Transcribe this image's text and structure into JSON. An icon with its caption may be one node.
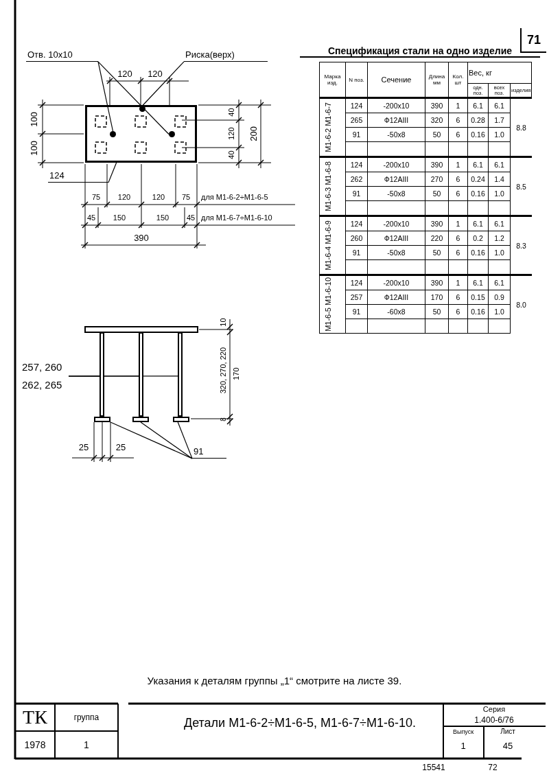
{
  "diagram": {
    "nodes": [
      {
        "text": [
          "Отв. 10х10"
        ]
      },
      {
        "text": [
          "Риска(верх)"
        ]
      },
      {
        "text": [],
        "shape": "box"
      },
      {
        "text": [],
        "shape": "circle",
        "in": 2
      },
      {
        "text": [],
        "shape": "circle",
        "in": 2
      },
      {
        "text": [],
        "shape": "circle",
        "in": 2
      },
      {
        "text": [
          "124"
        ]
      },
      {
        "text": [
          "257, 260 262, 265"
        ]
      },
      {
        "text": [],
        "shape": "bar"
      },
      {
        "text": [],
        "shape": "bar"
      },
      {
        "text": [],
        "shape": "bar"
      },
      {
        "text": [
          "91"
        ]
      },
      {
        "text": [],
        "shape": "bar"
      },
      {
        "text": [],
        "shape": "bar"
      },
      {
        "text": [],
        "shape": "bar"
      }
    ],
    "edges": [
      {
        "from": 0,
        "to": 4,
        "arrow": "none"
      },
      {
        "from": 0,
        "to": 5,
        "arrow": "none"
      },
      {
        "from": 1,
        "to": 3,
        "arrow": "none"
      },
      {
        "from": 6,
        "to": 2,
        "arrow": "none"
      },
      {
        "from": 7,
        "to": 8,
        "arrow": "none"
      },
      {
        "from": 7,
        "to": 9,
        "arrow": "none"
      },
      {
        "from": 7,
        "to": 10,
        "arrow": "none"
      },
      {
        "from": 11,
        "to": 12,
        "arrow": "none"
      },
      {
        "from": 11,
        "to": 13,
        "arrow": "none"
      },
      {
        "from": 11,
        "to": 14,
        "arrow": "none"
      }
    ],
    "labels": [
      "71",
      "120",
      "120",
      "100",
      "100",
      "40",
      "120",
      "40",
      "200",
      "75",
      "120",
      "120",
      "75",
      "для М1-6-2÷М1-6-5",
      "45",
      "150",
      "150",
      "45",
      "для М1-6-7÷М1-6-10",
      "390",
      "Спецификация стали на одно изделие",
      "Марка изд.",
      "N поз.",
      "Сечение",
      "Длина мм",
      "Кол. шт",
      "Вес, кг",
      "одн. поз.",
      "всех поз.",
      "изделия",
      "М1-6-2 М1-6-7",
      "124",
      "-200х10",
      "390",
      "1",
      "6.1",
      "6.1",
      "8.8",
      "265",
      "Ф12АIII",
      "320",
      "6",
      "0.28",
      "1.7",
      "91",
      "-50х8",
      "50",
      "6",
      "0.16",
      "1.0",
      "М1-6-3 М1-6-8",
      "124",
      "-200х10",
      "390",
      "1",
      "6.1",
      "6.1",
      "8.5",
      "262",
      "Ф12АIII",
      "270",
      "6",
      "0.24",
      "1.4",
      "91",
      "-50х8",
      "50",
      "6",
      "0.16",
      "1.0",
      "М1-6-4 М1-6-9",
      "124",
      "-200х10",
      "390",
      "1",
      "6.1",
      "6.1",
      "8.3",
      "260",
      "Ф12АIII",
      "220",
      "6",
      "0.2",
      "1.2",
      "91",
      "-50х8",
      "50",
      "6",
      "0.16",
      "1.0",
      "М1-6-5 М1-6-10",
      "124",
      "-200х10",
      "390",
      "1",
      "6.1",
      "6.1",
      "8.0",
      "257",
      "Ф12АIII",
      "170",
      "6",
      "0.15",
      "0.9",
      "91",
      "-60х8",
      "50",
      "6",
      "0.16",
      "1.0",
      "10",
      "320, 270, 220",
      "170",
      "8",
      "25",
      "25",
      "Указания к деталям группы „1“ смотрите на листе 39.",
      "ТК",
      "группа",
      "1978",
      "1",
      "Детали М1-6-2÷М1-6-5, М1-6-7÷М1-6-10.",
      "Серия",
      "1.400-6/76",
      "Выпуск",
      "Лист",
      "1",
      "45",
      "15541",
      "72"
    ]
  }
}
